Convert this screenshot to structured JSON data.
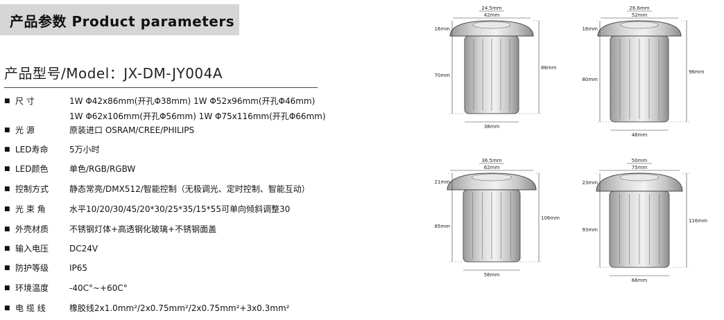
{
  "section_title": "产品参数  Product parameters",
  "model_line": "产品型号/Model：JX-DM-JY004A",
  "specs": [
    {
      "label": "尺      寸",
      "value": "1W  Φ42x86mm(开孔Φ38mm)   1W  Φ52x96mm(开孔Φ46mm)",
      "value2": "1W  Φ62x106mm(开孔Φ56mm)   1W  Φ75x116mm(开孔Φ66mm)"
    },
    {
      "label": "光      源",
      "value": "原装进口 OSRAM/CREE/PHILIPS"
    },
    {
      "label": "LED寿命",
      "value": "5万小时"
    },
    {
      "label": "LED颜色",
      "value": "单色/RGB/RGBW"
    },
    {
      "label": "控制方式",
      "value": "静态常亮/DMX512/智能控制（无极调光、定时控制、智能互动）"
    },
    {
      "label": "光 束 角",
      "value": "水平10/20/30/45/20*30/25*35/15*55可单向倾斜调整30"
    },
    {
      "label": "外壳材质",
      "value": "不锈钢灯体+高透钢化玻璃+不锈钢面盖"
    },
    {
      "label": "输入电压",
      "value": "DC24V"
    },
    {
      "label": "防护等级",
      "value": "IP65"
    },
    {
      "label": "环境温度",
      "value": "-40C°~+60C°"
    },
    {
      "label": "电 缆 线",
      "value": "橡胶线2x1.0mm²/2x0.75mm²/2x0.75mm²+3x0.3mm²"
    }
  ],
  "bullet": "■",
  "diagrams": [
    {
      "top_dim": "24.5mm",
      "dia_dim": "42mm",
      "cap_h": "16mm",
      "body_h": "70mm",
      "total_h": "86mm",
      "bottom_dim": "38mm"
    },
    {
      "top_dim": "26.6mm",
      "dia_dim": "52mm",
      "cap_h": "16mm",
      "body_h": "80mm",
      "total_h": "96mm",
      "bottom_dim": "46mm"
    },
    {
      "top_dim": "36.5mm",
      "dia_dim": "62mm",
      "cap_h": "21mm",
      "body_h": "85mm",
      "total_h": "106mm",
      "bottom_dim": "56mm"
    },
    {
      "top_dim": "50mm",
      "dia_dim": "75mm",
      "cap_h": "23mm",
      "body_h": "93mm",
      "total_h": "116mm",
      "bottom_dim": "66mm"
    }
  ]
}
